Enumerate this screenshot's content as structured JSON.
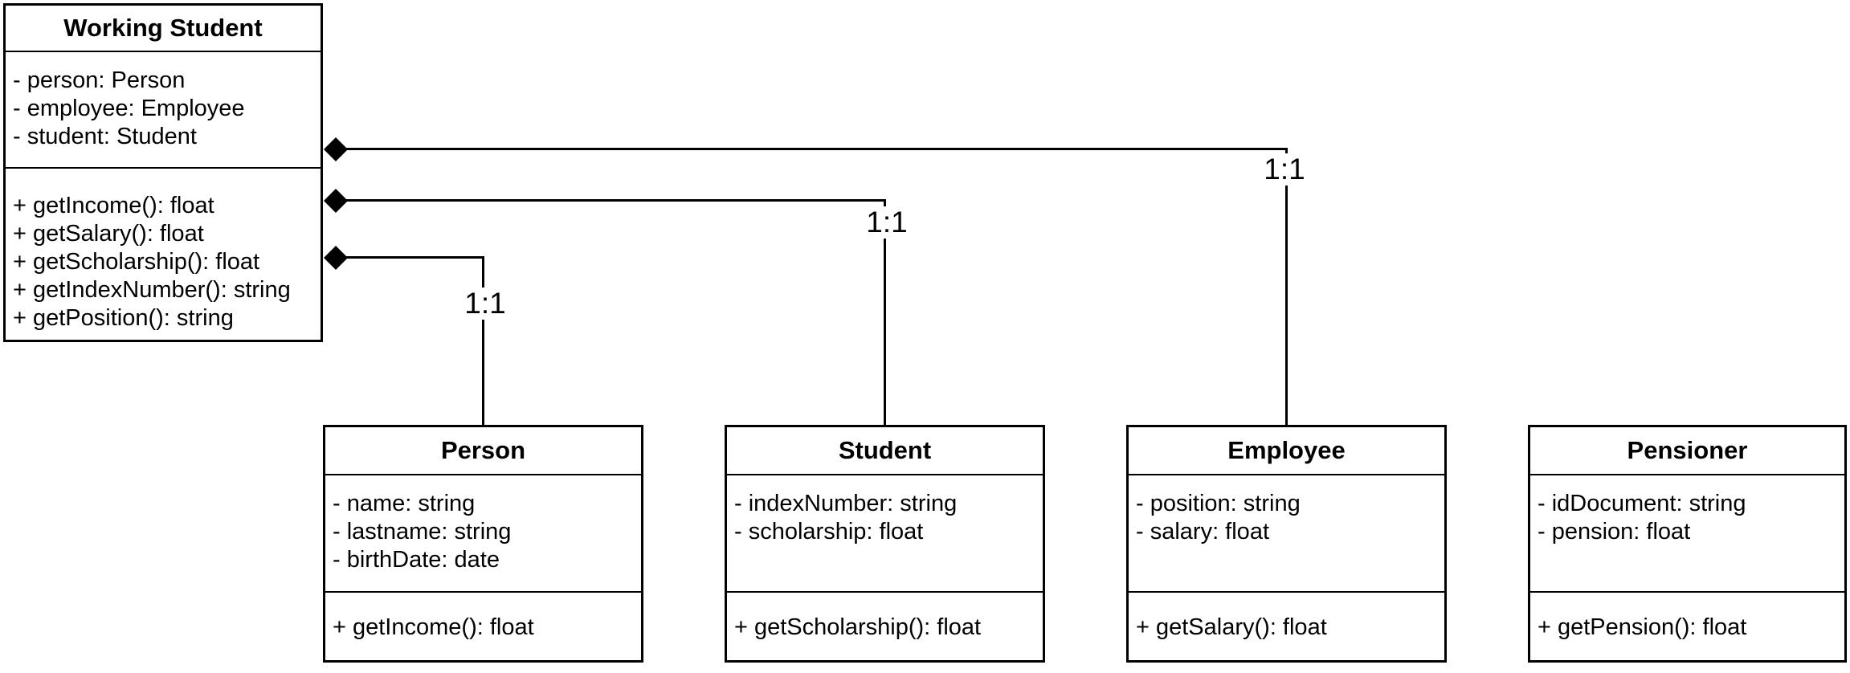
{
  "diagram_type": "uml-class-diagram",
  "colors": {
    "line": "#000000",
    "box_background": "#ffffff",
    "text": "#000000"
  },
  "classes": [
    {
      "name": "Working Student",
      "attributes": [
        "- person: Person",
        "- employee: Employee",
        "- student: Student"
      ],
      "methods": [
        "+ getIncome(): float",
        "+ getSalary(): float",
        "+ getScholarship(): float",
        "+ getIndexNumber(): string",
        "+ getPosition(): string"
      ]
    },
    {
      "name": "Person",
      "attributes": [
        "- name: string",
        "- lastname: string",
        "- birthDate: date"
      ],
      "methods": [
        "+ getIncome(): float"
      ]
    },
    {
      "name": "Student",
      "attributes": [
        "- indexNumber: string",
        "- scholarship: float"
      ],
      "methods": [
        "+ getScholarship(): float"
      ]
    },
    {
      "name": "Employee",
      "attributes": [
        "- position: string",
        "- salary: float"
      ],
      "methods": [
        "+ getSalary(): float"
      ]
    },
    {
      "name": "Pensioner",
      "attributes": [
        "- idDocument: string",
        "- pension: float"
      ],
      "methods": [
        "+ getPension(): float"
      ]
    }
  ],
  "connectors": [
    {
      "from": "Working Student",
      "to": "Employee",
      "type": "composition",
      "label": "1:1"
    },
    {
      "from": "Working Student",
      "to": "Student",
      "type": "composition",
      "label": "1:1"
    },
    {
      "from": "Working Student",
      "to": "Person",
      "type": "composition",
      "label": "1:1"
    }
  ]
}
